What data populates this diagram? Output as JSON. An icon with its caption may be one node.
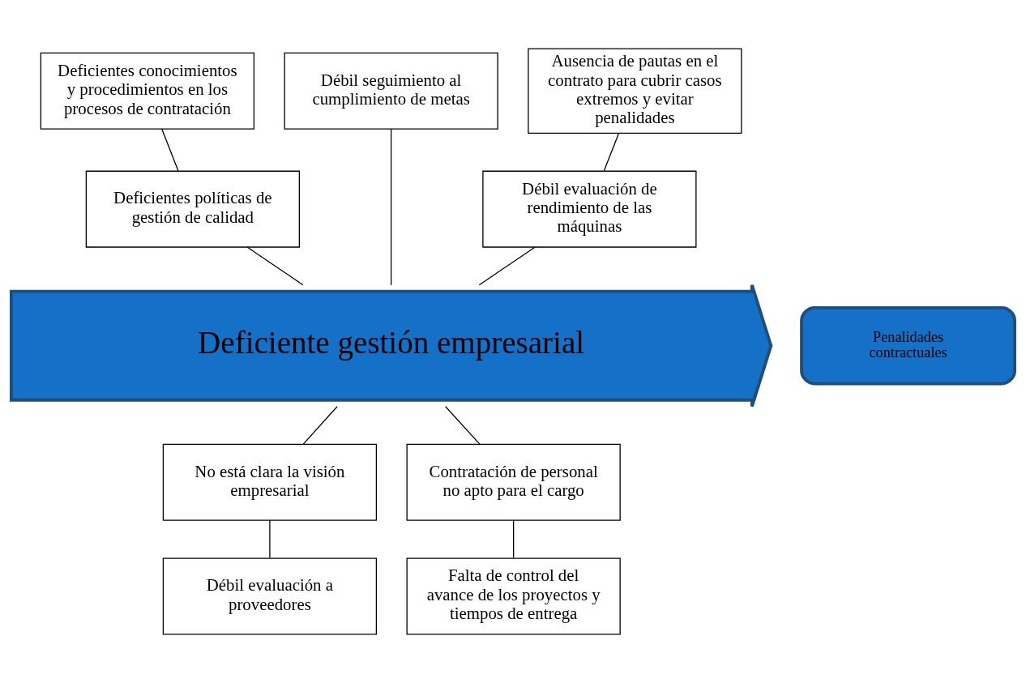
{
  "diagram": {
    "nodes": [
      {
        "text": [
          "Deficientes conocimientos y procedimientos en los procesos de contratación"
        ]
      },
      {
        "text": [
          "Ausencia de pautas en el contrato para cubrir casos extremos y evitar penalidades"
        ]
      },
      {
        "text": [
          "Débil seguimiento al cumplimiento de metas"
        ]
      },
      {
        "text": [
          "Deficientes políticas de gestión de calidad"
        ]
      },
      {
        "text": [
          "Débil evaluación de rendimiento de las máquinas"
        ]
      },
      {
        "text": [
          "Deficiente gestión empresarial"
        ]
      },
      {
        "text": [
          "Penalidades contractuales"
        ]
      },
      {
        "text": [
          "No está clara la visión empresarial"
        ]
      },
      {
        "text": [
          "Contratación de personal no apto para el cargo"
        ]
      },
      {
        "text": [
          "Débil evaluación a proveedores"
        ]
      },
      {
        "text": [
          "Falta de control del avance de los proyectos y tiempos de entrega"
        ]
      }
    ],
    "edges": [
      {
        "from": 0,
        "to": 3,
        "arrow": "none"
      },
      {
        "from": 3,
        "to": 5,
        "arrow": "none"
      },
      {
        "from": 1,
        "to": 4,
        "arrow": "none"
      },
      {
        "from": 4,
        "to": 5,
        "arrow": "none"
      },
      {
        "from": 2,
        "to": 5,
        "arrow": "none"
      },
      {
        "from": 5,
        "to": 7,
        "arrow": "none"
      },
      {
        "from": 7,
        "to": 9,
        "arrow": "none"
      },
      {
        "from": 5,
        "to": 8,
        "arrow": "none"
      },
      {
        "from": 8,
        "to": 10,
        "arrow": "none"
      }
    ]
  }
}
